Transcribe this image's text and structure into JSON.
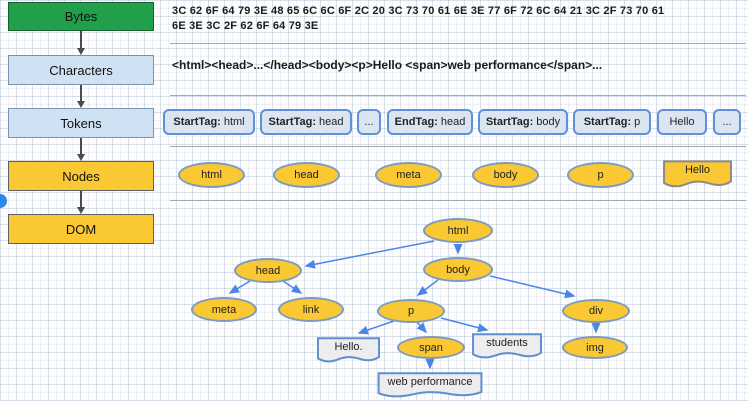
{
  "colors": {
    "stage-green": "#21a04c",
    "stage-blue": "#cfe2f3",
    "stage-yellow": "#f9c832",
    "token-fill": "#dbe5f2",
    "token-border": "#6090d8",
    "ellipse-fill": "#f9c832",
    "ellipse-border": "#7d9ac0",
    "tree-arrow": "#4a86e8",
    "note-fill": "#ededef",
    "note-border": "#5e8ed2"
  },
  "pipeline": {
    "stages": [
      {
        "label": "Bytes"
      },
      {
        "label": "Characters"
      },
      {
        "label": "Tokens"
      },
      {
        "label": "Nodes"
      },
      {
        "label": "DOM"
      }
    ]
  },
  "bytes": {
    "line1": "3C 62 6F 64 79 3E 48 65 6C 6C 6F 2C 20 3C 73 70 61 6E 3E 77 6F 72 6C 64 21 3C 2F 73 70 61",
    "line2": "6E 3E 3C 2F 62 6F 64 79 3E"
  },
  "characters": {
    "text": "<html><head>...</head><body><p>Hello <span>web performance</span>..."
  },
  "tokens": {
    "items": [
      {
        "tag": "StartTag:",
        "value": "html"
      },
      {
        "tag": "StartTag:",
        "value": "head"
      },
      {
        "tag": "",
        "value": "..."
      },
      {
        "tag": "EndTag:",
        "value": "head"
      },
      {
        "tag": "StartTag:",
        "value": "body"
      },
      {
        "tag": "StartTag:",
        "value": "p"
      },
      {
        "tag": "",
        "value": "Hello"
      },
      {
        "tag": "",
        "value": "..."
      }
    ]
  },
  "nodes_row": {
    "ellipses": [
      {
        "label": "html"
      },
      {
        "label": "head"
      },
      {
        "label": "meta"
      },
      {
        "label": "body"
      },
      {
        "label": "p"
      }
    ],
    "note": {
      "label": "Hello"
    }
  },
  "dom_tree": {
    "elements": {
      "html": "html",
      "head": "head",
      "body": "body",
      "meta": "meta",
      "link": "link",
      "p": "p",
      "div": "div",
      "span": "span",
      "img": "img"
    },
    "text_nodes": {
      "hello": "Hello.",
      "students": "students",
      "web_performance": "web performance"
    }
  }
}
